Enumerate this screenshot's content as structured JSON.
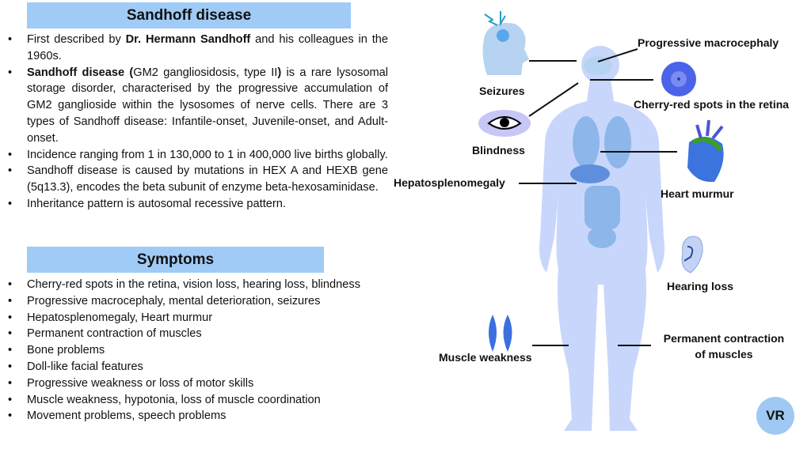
{
  "title": "Sandhoff disease",
  "intro": [
    [
      {
        "t": "First described by ",
        "b": false
      },
      {
        "t": "Dr. Hermann Sandhoff",
        "b": true
      },
      {
        "t": " and his colleagues in the 1960s.",
        "b": false
      }
    ],
    [
      {
        "t": "Sandhoff disease (",
        "b": true
      },
      {
        "t": "GM2 gangliosidosis, type II",
        "b": false
      },
      {
        "t": ")",
        "b": true
      },
      {
        "t": " is a rare lysosomal storage disorder, characterised by the progressive accumulation of GM2 ganglioside within the lysosomes of nerve cells. There are 3 types of Sandhoff disease: Infantile-onset, Juvenile-onset, and Adult-onset.",
        "b": false
      }
    ],
    [
      {
        "t": "Incidence ranging from 1 in 130,000 to 1 in 400,000 live births globally.",
        "b": false
      }
    ],
    [
      {
        "t": "Sandhoff disease is caused by mutations in HEX A and HEXB gene (5q13.3), encodes the beta subunit of enzyme beta-hexosaminidase.",
        "b": false
      }
    ],
    [
      {
        "t": "Inheritance pattern is autosomal recessive pattern.",
        "b": false
      }
    ]
  ],
  "symptoms_title": "Symptoms",
  "symptoms": [
    "Cherry-red spots in the retina, vision loss, hearing loss, blindness",
    "Progressive macrocephaly, mental deterioration, seizures",
    "Hepatosplenomegaly, Heart murmur",
    "Permanent contraction of muscles",
    "Bone problems",
    "Doll-like facial features",
    "Progressive weakness or loss of motor skills",
    "Muscle weakness, hypotonia, loss of muscle coordination",
    "Movement problems,  speech problems"
  ],
  "diagram": {
    "macro": "Progressive macrocephaly",
    "seizures": "Seizures",
    "retina": "Cherry-red spots in the retina",
    "blindness": "Blindness",
    "hepato": "Hepatosplenomegaly",
    "heart": "Heart murmur",
    "hearing": "Hearing loss",
    "muscle_weak": "Muscle weakness",
    "perm1": "Permanent contraction",
    "perm2": "of muscles"
  },
  "badge": "VR"
}
